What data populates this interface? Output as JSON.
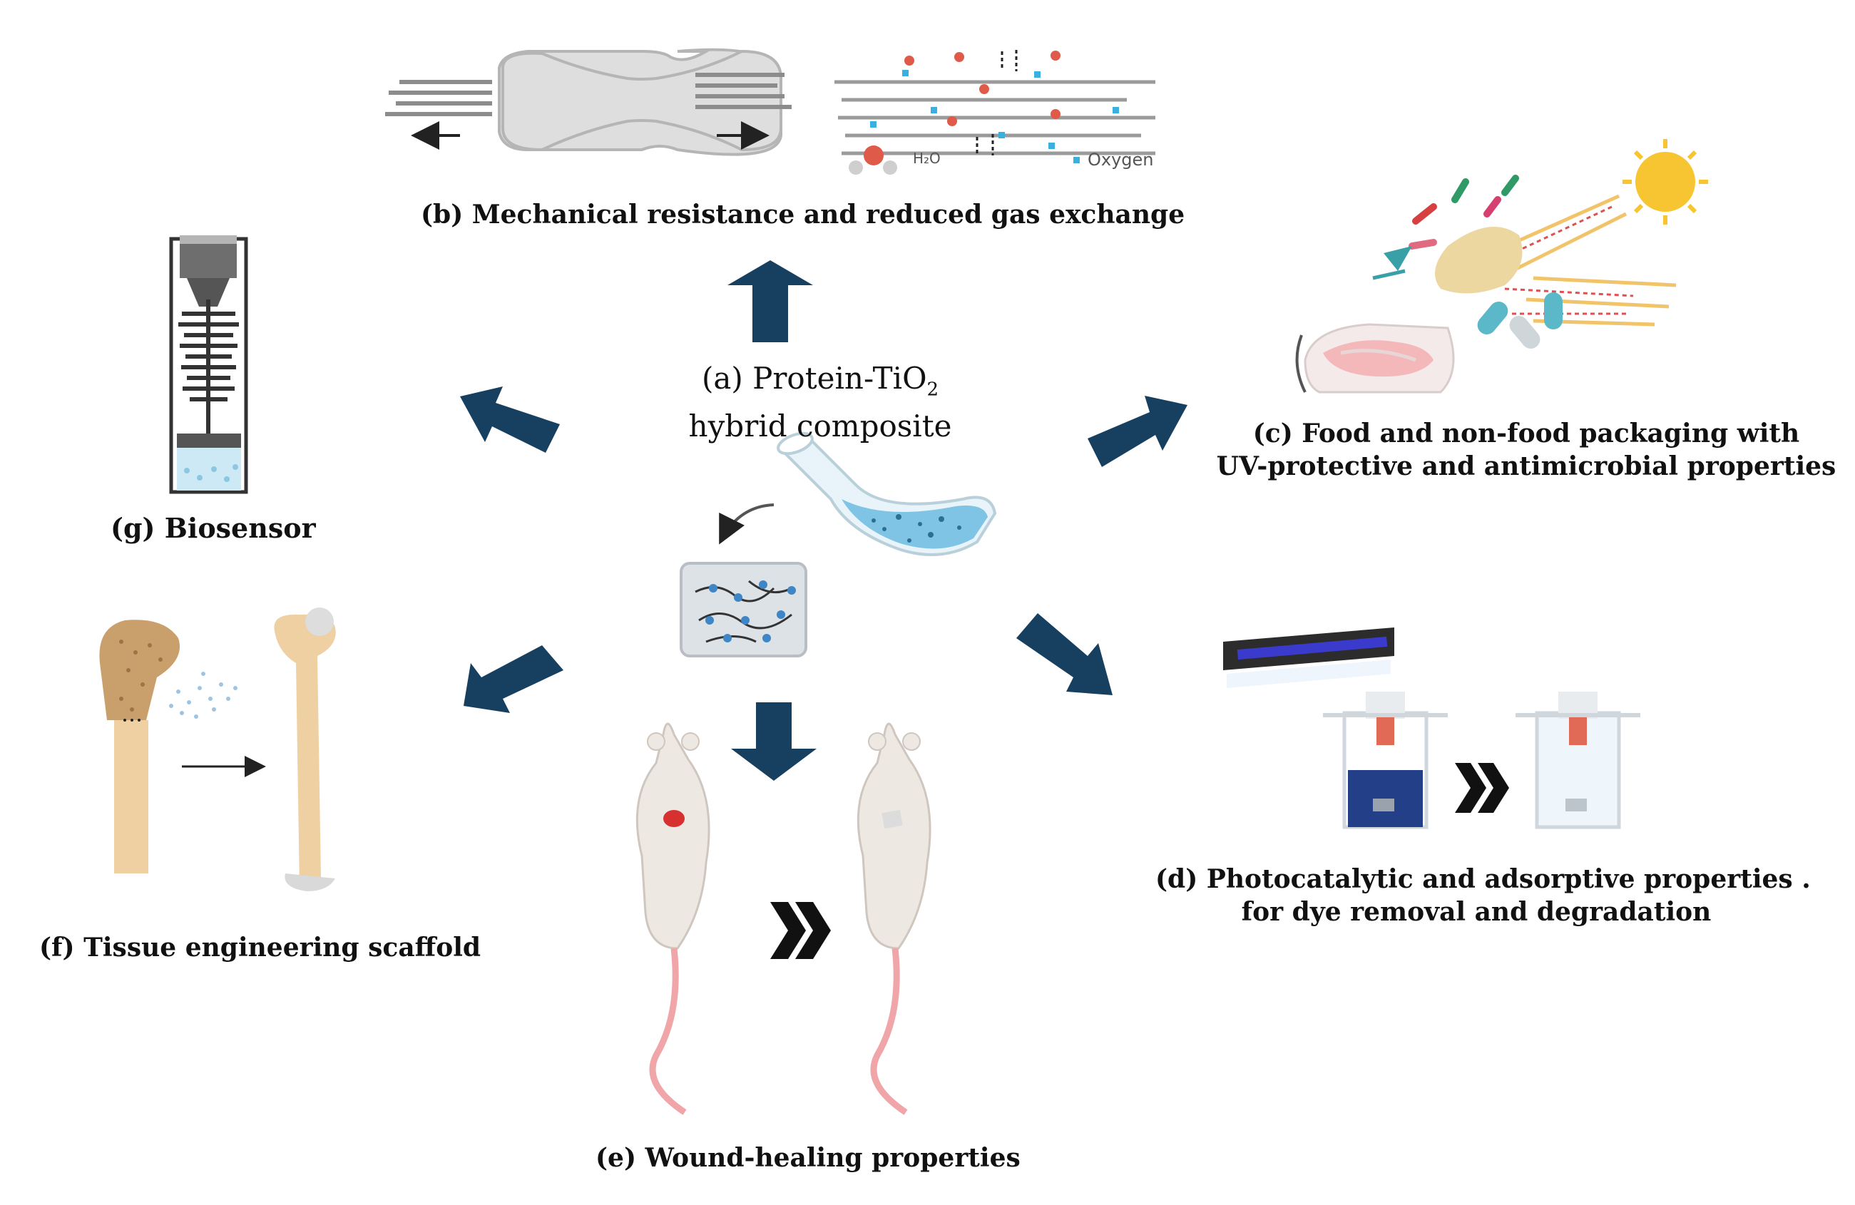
{
  "center": {
    "title_prefix": "(a) Protein-TiO",
    "title_sub": "2",
    "title_line2": "hybrid composite"
  },
  "labels": {
    "b": "(b) Mechanical resistance and reduced gas exchange",
    "c_line1": "(c) Food and non-food packaging with",
    "c_line2": "UV-protective and antimicrobial properties",
    "d_line1": "(d) Photocatalytic and adsorptive properties .",
    "d_line2": "for dye removal and degradation",
    "e": "(e) Wound-healing properties",
    "f": "(f) Tissue engineering scaffold",
    "g": "(g) Biosensor"
  },
  "gas_diagram": {
    "water_label": "H₂O",
    "oxygen_label": "Oxygen"
  },
  "colors": {
    "arrow": "#173f5f",
    "liquid": "#7fc4e4",
    "bone": "#e9c79a",
    "rat_body": "#eee8e3",
    "rat_tail": "#f0a5a8",
    "wound": "#d63030",
    "dye": "#233f88",
    "sun": "#f7c531",
    "uv_lamp": "#3a3acc"
  }
}
